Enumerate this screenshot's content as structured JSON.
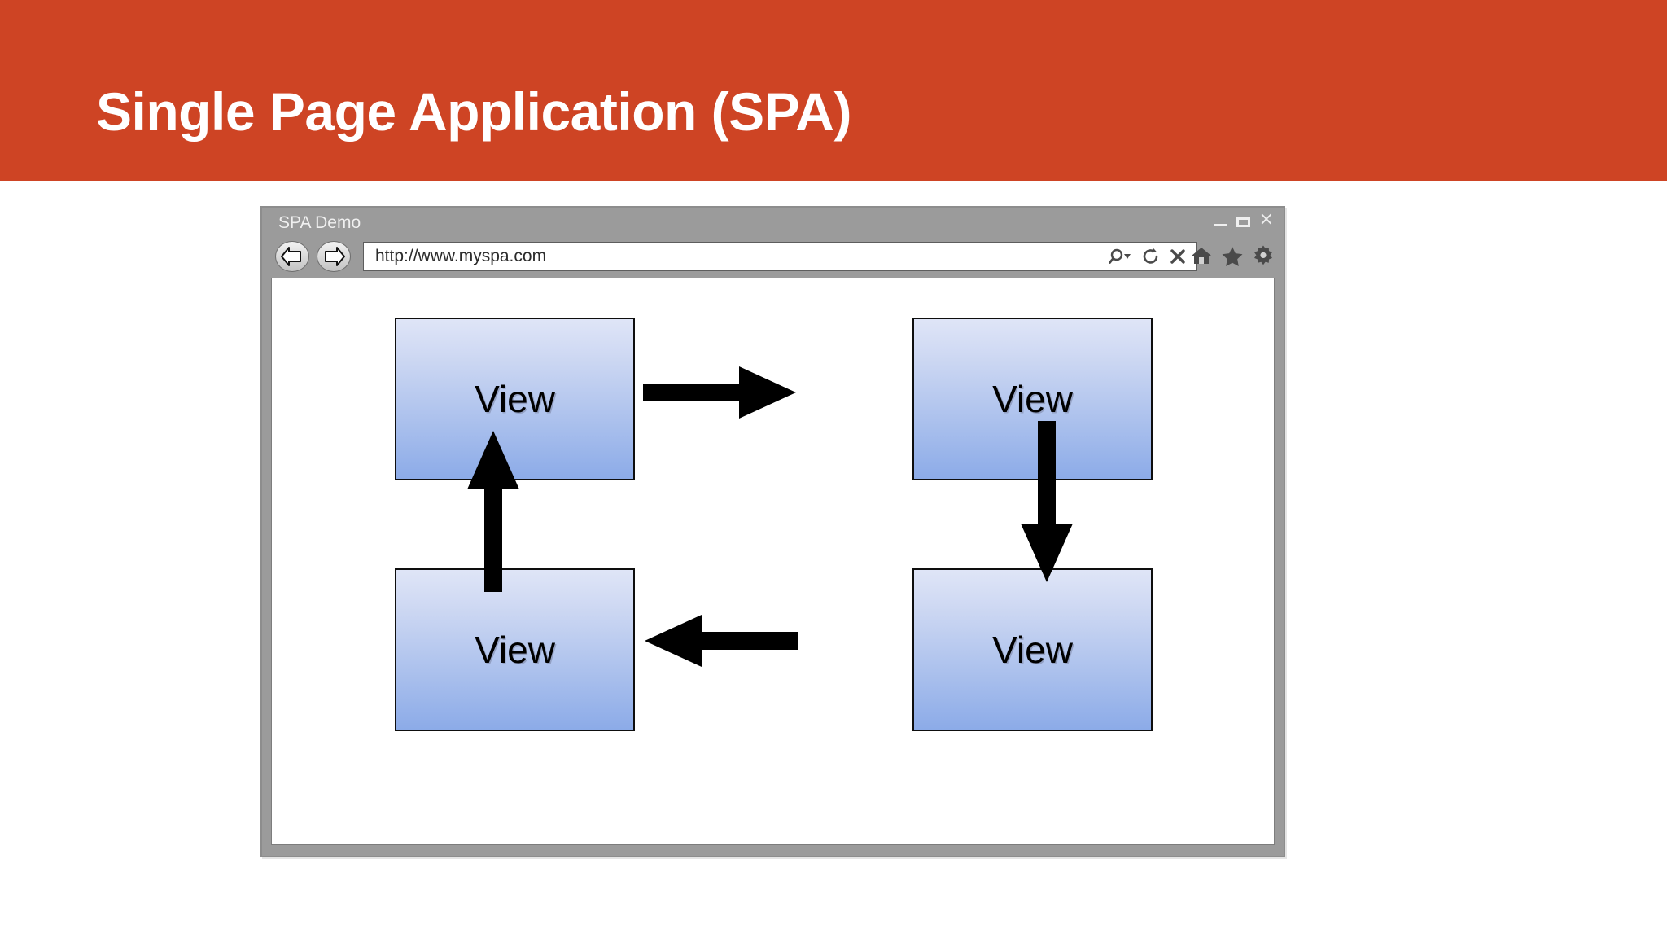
{
  "slide": {
    "title": "Single Page Application (SPA)",
    "banner_color": "#ce4424",
    "background_color": "#ffffff"
  },
  "browser": {
    "window_title": "SPA Demo",
    "frame_color": "#9b9b9b",
    "window_controls": [
      {
        "name": "minimize",
        "glyph": "_"
      },
      {
        "name": "maximize",
        "glyph": "□"
      },
      {
        "name": "close",
        "glyph": "×"
      }
    ],
    "navigation": {
      "back_label": "Back",
      "forward_label": "Forward"
    },
    "address_bar": {
      "url": "http://www.myspa.com",
      "placeholder": "http://www.myspa.com",
      "actions": [
        {
          "name": "search-dropdown",
          "icon": "search-icon"
        },
        {
          "name": "refresh",
          "icon": "refresh-icon"
        },
        {
          "name": "stop",
          "icon": "close-icon"
        }
      ]
    },
    "toolbar_icons": [
      {
        "name": "home",
        "icon": "home-icon"
      },
      {
        "name": "favorites",
        "icon": "star-icon"
      },
      {
        "name": "settings",
        "icon": "gear-icon"
      }
    ]
  },
  "diagram": {
    "type": "flow",
    "node_label": "View",
    "node_fill_top": "#dfe5f7",
    "node_fill_bottom": "#8cabe8",
    "node_border": "#0e0e0e",
    "nodes": [
      {
        "id": "view-tl",
        "label": "View",
        "position": "top-left"
      },
      {
        "id": "view-tr",
        "label": "View",
        "position": "top-right"
      },
      {
        "id": "view-bl",
        "label": "View",
        "position": "bottom-left"
      },
      {
        "id": "view-br",
        "label": "View",
        "position": "bottom-right"
      }
    ],
    "arrows": [
      {
        "id": "arrow-right",
        "from": "view-tl",
        "to": "view-tr",
        "direction": "right"
      },
      {
        "id": "arrow-down",
        "from": "view-tr",
        "to": "view-br",
        "direction": "down"
      },
      {
        "id": "arrow-left",
        "from": "view-br",
        "to": "view-bl",
        "direction": "left"
      },
      {
        "id": "arrow-up",
        "from": "view-bl",
        "to": "view-tl",
        "direction": "up"
      }
    ],
    "arrow_color": "#000000"
  }
}
